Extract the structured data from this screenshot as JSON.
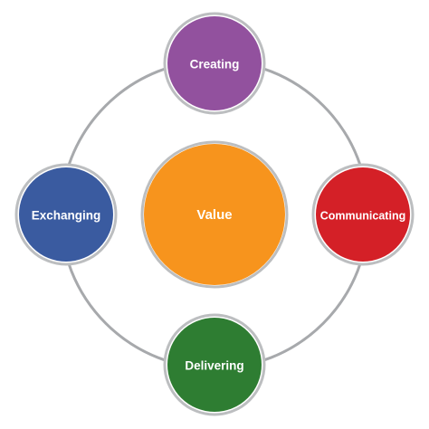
{
  "diagram": {
    "center": {
      "label": "Value",
      "color": "#F7941D"
    },
    "ring_color": "#A7A9AC",
    "outline_color": "#BCBEC0",
    "nodes": {
      "top": {
        "label": "Creating",
        "color": "#92519E"
      },
      "right": {
        "label": "Communicating",
        "color": "#D42027"
      },
      "bottom": {
        "label": "Delivering",
        "color": "#2E7D32"
      },
      "left": {
        "label": "Exchanging",
        "color": "#3A5BA0"
      }
    }
  }
}
